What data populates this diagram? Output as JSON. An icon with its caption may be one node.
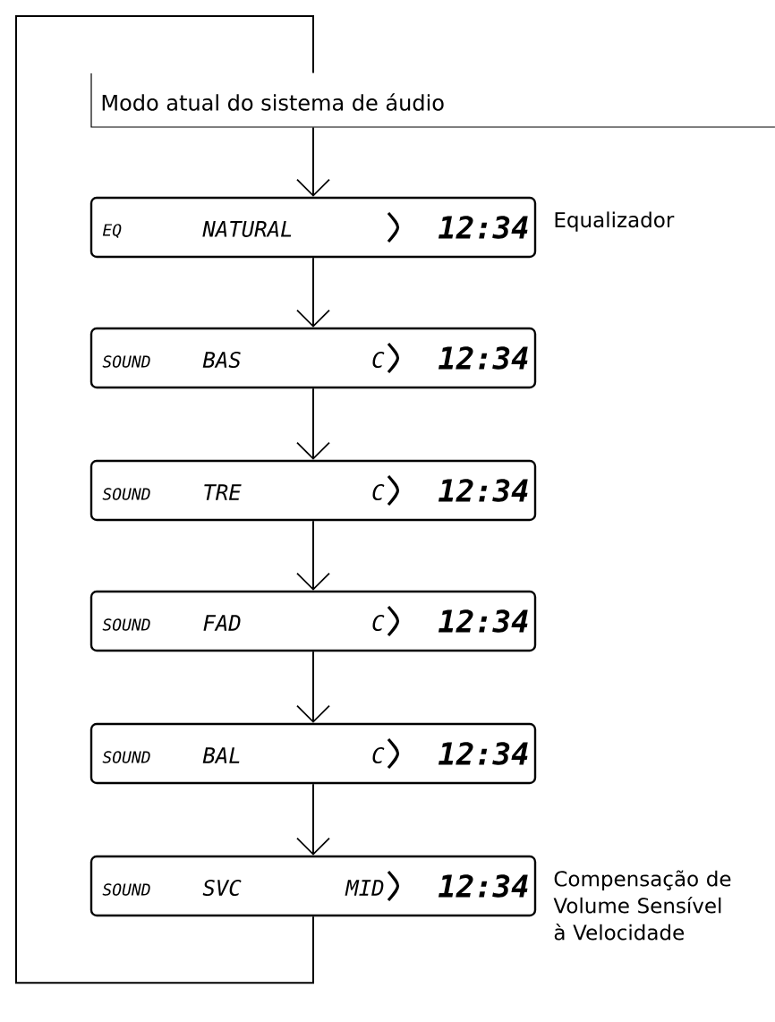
{
  "diagram": {
    "nodes": [
      {
        "text": [
          "Modo atual do sistema de áudio"
        ]
      },
      {
        "text": [
          "EQ",
          "NATURAL",
          "12:34"
        ],
        "beside": [
          "Equalizador"
        ]
      },
      {
        "text": [
          "SOUND",
          "BAS",
          "C",
          "12:34"
        ]
      },
      {
        "text": [
          "SOUND",
          "TRE",
          "C",
          "12:34"
        ]
      },
      {
        "text": [
          "SOUND",
          "FAD",
          "C",
          "12:34"
        ]
      },
      {
        "text": [
          "SOUND",
          "BAL",
          "C",
          "12:34"
        ]
      },
      {
        "text": [
          "SOUND",
          "SVC",
          "MID",
          "12:34"
        ],
        "beside": [
          "Compensação de Volume Sensível à Velocidade"
        ]
      }
    ],
    "edges": [
      {
        "from": 0,
        "to": 1,
        "arrow": "to"
      },
      {
        "from": 1,
        "to": 2,
        "arrow": "to"
      },
      {
        "from": 2,
        "to": 3,
        "arrow": "to"
      },
      {
        "from": 3,
        "to": 4,
        "arrow": "to"
      },
      {
        "from": 4,
        "to": 5,
        "arrow": "to"
      },
      {
        "from": 5,
        "to": 6,
        "arrow": "to"
      },
      {
        "from": 6,
        "to": 0,
        "arrow": "none"
      }
    ]
  }
}
